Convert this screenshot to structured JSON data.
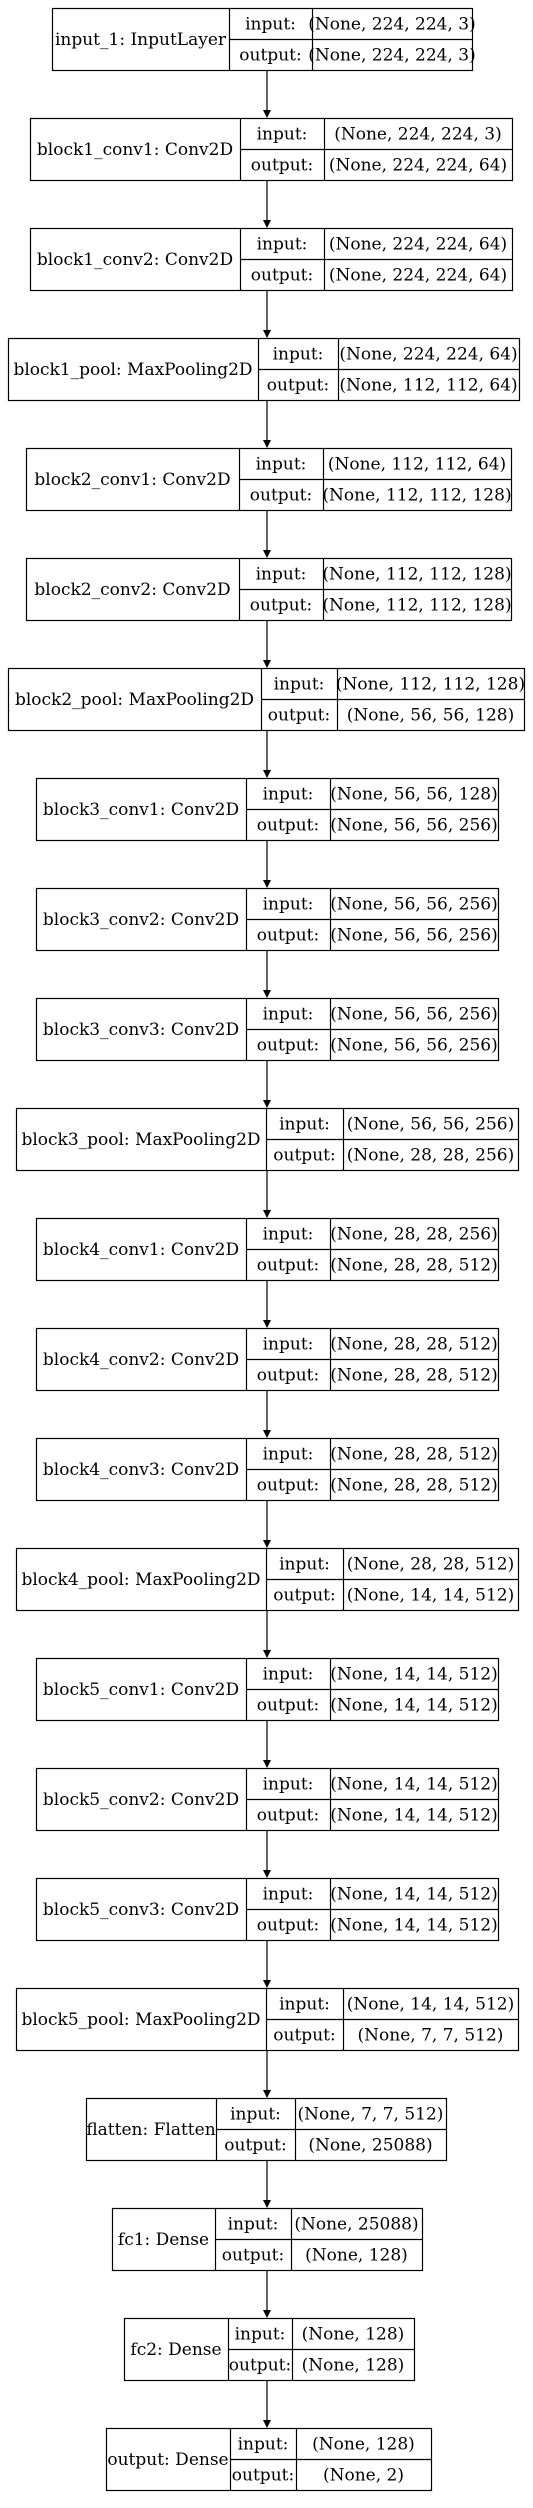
{
  "diagram": {
    "type": "keras-model-plot",
    "nodes": [
      {
        "name": "input_1: InputLayer",
        "input_label": "input:",
        "output_label": "output:",
        "input": "(None, 224, 224, 3)",
        "output": "(None, 224, 224, 3)"
      },
      {
        "name": "block1_conv1: Conv2D",
        "input_label": "input:",
        "output_label": "output:",
        "input": "(None, 224, 224, 3)",
        "output": "(None, 224, 224, 64)"
      },
      {
        "name": "block1_conv2: Conv2D",
        "input_label": "input:",
        "output_label": "output:",
        "input": "(None, 224, 224, 64)",
        "output": "(None, 224, 224, 64)"
      },
      {
        "name": "block1_pool: MaxPooling2D",
        "input_label": "input:",
        "output_label": "output:",
        "input": "(None, 224, 224, 64)",
        "output": "(None, 112, 112, 64)"
      },
      {
        "name": "block2_conv1: Conv2D",
        "input_label": "input:",
        "output_label": "output:",
        "input": "(None, 112, 112, 64)",
        "output": "(None, 112, 112, 128)"
      },
      {
        "name": "block2_conv2: Conv2D",
        "input_label": "input:",
        "output_label": "output:",
        "input": "(None, 112, 112, 128)",
        "output": "(None, 112, 112, 128)"
      },
      {
        "name": "block2_pool: MaxPooling2D",
        "input_label": "input:",
        "output_label": "output:",
        "input": "(None, 112, 112, 128)",
        "output": "(None, 56, 56, 128)"
      },
      {
        "name": "block3_conv1: Conv2D",
        "input_label": "input:",
        "output_label": "output:",
        "input": "(None, 56, 56, 128)",
        "output": "(None, 56, 56, 256)"
      },
      {
        "name": "block3_conv2: Conv2D",
        "input_label": "input:",
        "output_label": "output:",
        "input": "(None, 56, 56, 256)",
        "output": "(None, 56, 56, 256)"
      },
      {
        "name": "block3_conv3: Conv2D",
        "input_label": "input:",
        "output_label": "output:",
        "input": "(None, 56, 56, 256)",
        "output": "(None, 56, 56, 256)"
      },
      {
        "name": "block3_pool: MaxPooling2D",
        "input_label": "input:",
        "output_label": "output:",
        "input": "(None, 56, 56, 256)",
        "output": "(None, 28, 28, 256)"
      },
      {
        "name": "block4_conv1: Conv2D",
        "input_label": "input:",
        "output_label": "output:",
        "input": "(None, 28, 28, 256)",
        "output": "(None, 28, 28, 512)"
      },
      {
        "name": "block4_conv2: Conv2D",
        "input_label": "input:",
        "output_label": "output:",
        "input": "(None, 28, 28, 512)",
        "output": "(None, 28, 28, 512)"
      },
      {
        "name": "block4_conv3: Conv2D",
        "input_label": "input:",
        "output_label": "output:",
        "input": "(None, 28, 28, 512)",
        "output": "(None, 28, 28, 512)"
      },
      {
        "name": "block4_pool: MaxPooling2D",
        "input_label": "input:",
        "output_label": "output:",
        "input": "(None, 28, 28, 512)",
        "output": "(None, 14, 14, 512)"
      },
      {
        "name": "block5_conv1: Conv2D",
        "input_label": "input:",
        "output_label": "output:",
        "input": "(None, 14, 14, 512)",
        "output": "(None, 14, 14, 512)"
      },
      {
        "name": "block5_conv2: Conv2D",
        "input_label": "input:",
        "output_label": "output:",
        "input": "(None, 14, 14, 512)",
        "output": "(None, 14, 14, 512)"
      },
      {
        "name": "block5_conv3: Conv2D",
        "input_label": "input:",
        "output_label": "output:",
        "input": "(None, 14, 14, 512)",
        "output": "(None, 14, 14, 512)"
      },
      {
        "name": "block5_pool: MaxPooling2D",
        "input_label": "input:",
        "output_label": "output:",
        "input": "(None, 14, 14, 512)",
        "output": "(None, 7, 7, 512)"
      },
      {
        "name": "flatten: Flatten",
        "input_label": "input:",
        "output_label": "output:",
        "input": "(None, 7, 7, 512)",
        "output": "(None, 25088)"
      },
      {
        "name": "fc1: Dense",
        "input_label": "input:",
        "output_label": "output:",
        "input": "(None, 25088)",
        "output": "(None, 128)"
      },
      {
        "name": "fc2: Dense",
        "input_label": "input:",
        "output_label": "output:",
        "input": "(None, 128)",
        "output": "(None, 128)"
      },
      {
        "name": "output: Dense",
        "input_label": "input:",
        "output_label": "output:",
        "input": "(None, 128)",
        "output": "(None, 2)"
      }
    ]
  },
  "colors": {
    "stroke": "#000000",
    "background": "#ffffff",
    "text": "#000000"
  }
}
